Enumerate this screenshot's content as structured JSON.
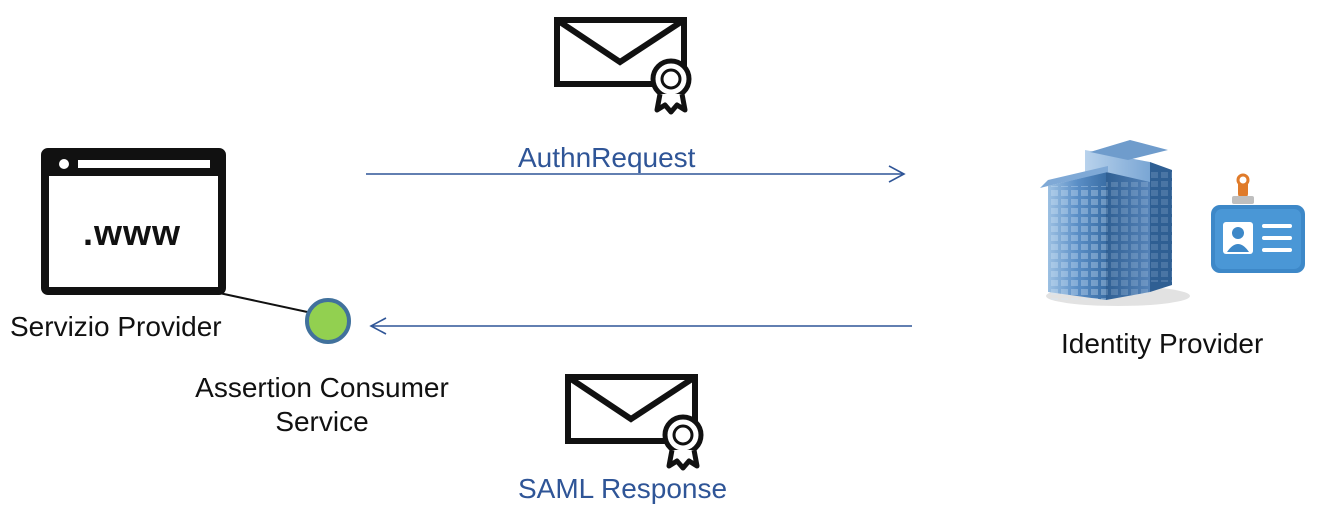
{
  "service_provider": {
    "browser_text": ".www",
    "label": "Servizio Provider"
  },
  "assertion_consumer_service": {
    "label_line1": "Assertion Consumer",
    "label_line2": "Service"
  },
  "identity_provider": {
    "label": "Identity Provider"
  },
  "messages": {
    "request_label": "AuthnRequest",
    "response_label": "SAML Response"
  },
  "colors": {
    "arrow": "#2f5597",
    "message_label": "#2f5597",
    "acs_fill": "#92d050",
    "acs_stroke": "#41719c",
    "building": "#4a7fb5",
    "badge": "#3d88c8",
    "clip": "#e07b2a"
  },
  "icons": {
    "browser": "browser-window-icon",
    "envelope": "signed-envelope-icon",
    "building": "building-icon",
    "badge": "id-badge-icon"
  }
}
